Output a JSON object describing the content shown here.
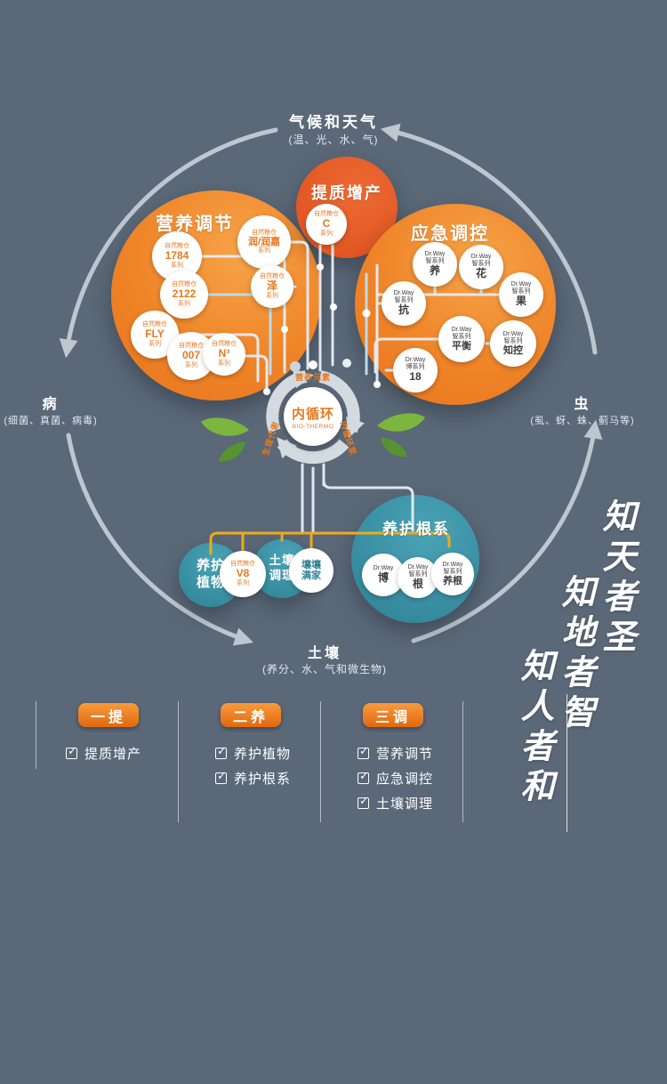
{
  "colors": {
    "background": "#5a6878",
    "cluster_orange": "#ef8428",
    "cluster_red_orange": "#e2571f",
    "cluster_teal": "#2e8196",
    "accent_text_orange": "#e8791f",
    "connector_light": "#e6eef5",
    "connector_blue": "#b9dcee",
    "connector_yellow": "#ecab1d",
    "outer_arc": "#c9d2da",
    "leaf_green": "#7cb63f"
  },
  "outer_cycle": {
    "top": {
      "title": "气候和天气",
      "subtitle": "(温、光、水、气)"
    },
    "left": {
      "title": "病",
      "subtitle": "(细菌、真菌、病毒)"
    },
    "right": {
      "title": "虫",
      "subtitle": "(虱、蚜、蛛、蓟马等)"
    },
    "bottom": {
      "title": "土壤",
      "subtitle": "(养分、水、气和微生物)"
    }
  },
  "center_hub": {
    "title": "内循环",
    "subtitle": "BIO-THERMO",
    "segment_top": "营养元素",
    "segment_left": "生理代谢",
    "segment_right": "内循环泵"
  },
  "clusters": {
    "tizhi": {
      "title": "提质增产",
      "product": {
        "l1": "自然粮仓",
        "l2": "C",
        "l3": "系列"
      }
    },
    "yingyang": {
      "title": "营养调节",
      "products": [
        {
          "l1": "自然粮仓",
          "l2": "1784",
          "l3": "系列"
        },
        {
          "l1": "自然粮仓",
          "l2": "润/润嘉",
          "l3": "系列"
        },
        {
          "l1": "自然粮仓",
          "l2": "2122",
          "l3": "系列"
        },
        {
          "l1": "自然粮仓",
          "l2": "泽",
          "l3": "系列"
        },
        {
          "l1": "自然粮仓",
          "l2": "FLY",
          "l3": "系列"
        },
        {
          "l1": "自然粮仓",
          "l2": "007",
          "l3": "系列"
        },
        {
          "l1": "自然粮仓",
          "l2": "N³",
          "l3": "系列"
        }
      ]
    },
    "yingji": {
      "title": "应急调控",
      "products": [
        {
          "l1": "Dr.Way",
          "l2": "智系列",
          "l3": "养"
        },
        {
          "l1": "Dr.Way",
          "l2": "智系列",
          "l3": "花"
        },
        {
          "l1": "Dr.Way",
          "l2": "智系列",
          "l3": "果"
        },
        {
          "l1": "Dr.Way",
          "l2": "智系列",
          "l3": "抗"
        },
        {
          "l1": "Dr.Way",
          "l2": "智系列",
          "l3": "平衡"
        },
        {
          "l1": "Dr.Way",
          "l2": "智系列",
          "l3": "知控"
        },
        {
          "l1": "Dr.Way",
          "l2": "博系列",
          "l3": "18"
        }
      ]
    },
    "genxi": {
      "title": "养护根系",
      "products": [
        {
          "l1": "Dr.Way",
          "l2": "",
          "l3": "博"
        },
        {
          "l1": "Dr.Way",
          "l2": "智系列",
          "l3": "根"
        },
        {
          "l1": "Dr.Way",
          "l2": "智系列",
          "l3": "养根"
        }
      ]
    },
    "zhiwu": {
      "title": "养护植物",
      "product": {
        "l1": "自然粮仓",
        "l2": "V8",
        "l3": "系列"
      }
    },
    "turang": {
      "title": "土壤调理",
      "product": {
        "l1": "壤壤",
        "l2": "满家"
      }
    }
  },
  "legend": {
    "columns": [
      {
        "button": "一提",
        "items": [
          "提质增产"
        ]
      },
      {
        "button": "二养",
        "items": [
          "养护植物",
          "养护根系"
        ]
      },
      {
        "button": "三调",
        "items": [
          "营养调节",
          "应急调控",
          "土壤调理"
        ]
      }
    ]
  },
  "calligraphy": {
    "phrases": [
      "知天者圣",
      "知地者智",
      "知人者和"
    ]
  }
}
